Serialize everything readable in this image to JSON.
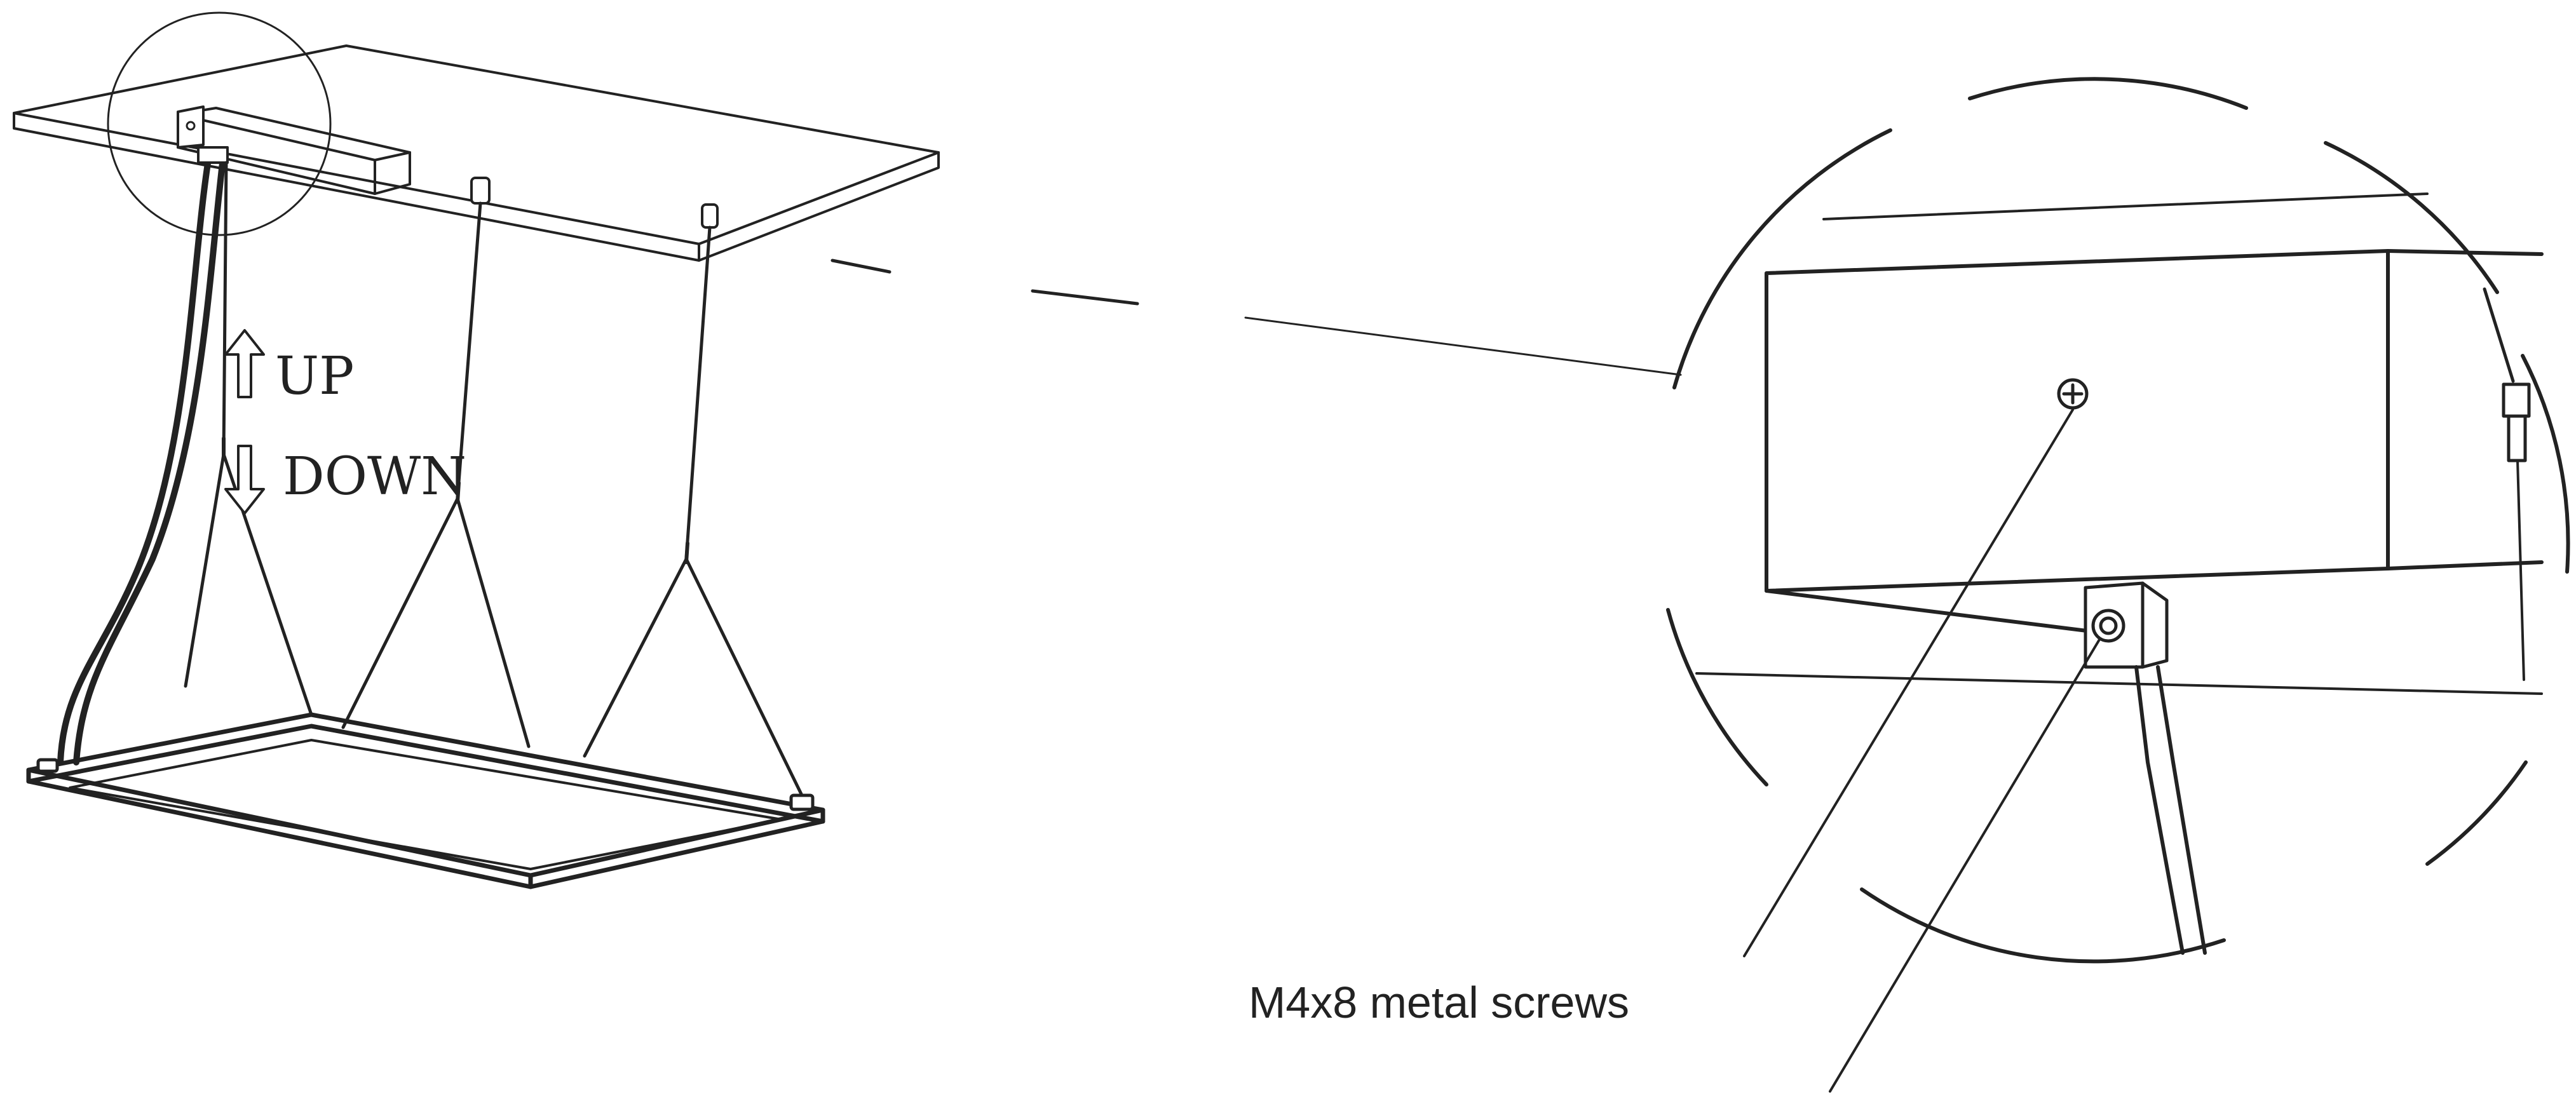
{
  "labels": {
    "up": "UP",
    "down": "DOWN",
    "callout": "M4x8 metal screws"
  },
  "icons": {
    "up": "up-arrow-icon",
    "down": "down-arrow-icon",
    "screw": "phillips-screw-icon"
  },
  "colors": {
    "line": "#222222",
    "background": "#ffffff"
  }
}
